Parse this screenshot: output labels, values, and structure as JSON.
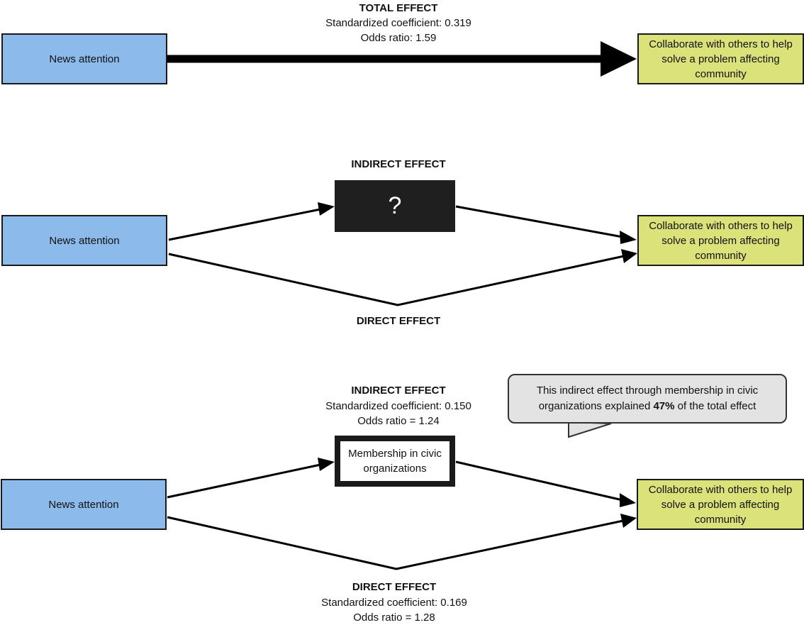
{
  "panel1": {
    "source": "News attention",
    "target": "Collaborate with others to help solve a problem affecting community",
    "total_title": "TOTAL EFFECT",
    "total_coef": "Standardized  coefficient: 0.319",
    "total_odds": "Odds ratio: 1.59"
  },
  "panel2": {
    "source": "News attention",
    "target": "Collaborate with others to help solve a problem affecting community",
    "indirect_title": "INDIRECT EFFECT",
    "mediator": "?",
    "direct_title": "DIRECT EFFECT"
  },
  "panel3": {
    "source": "News attention",
    "target": "Collaborate with others to help solve a problem affecting community",
    "indirect_title": "INDIRECT EFFECT",
    "indirect_coef": "Standardized coefficient: 0.150",
    "indirect_odds": "Odds ratio = 1.24",
    "mediator": "Membership in civic organizations",
    "direct_title": "DIRECT EFFECT",
    "direct_coef": "Standardized coefficient: 0.169",
    "direct_odds": "Odds ratio = 1.28",
    "callout_before": "This indirect effect through membership in civic organizations explained ",
    "callout_bold": "47%",
    "callout_after": " of the total effect"
  },
  "colors": {
    "source_fill": "#8cbaea",
    "target_fill": "#dbe27a",
    "mediator_unknown_fill": "#1f1f1f",
    "callout_fill": "#e3e3e3"
  }
}
